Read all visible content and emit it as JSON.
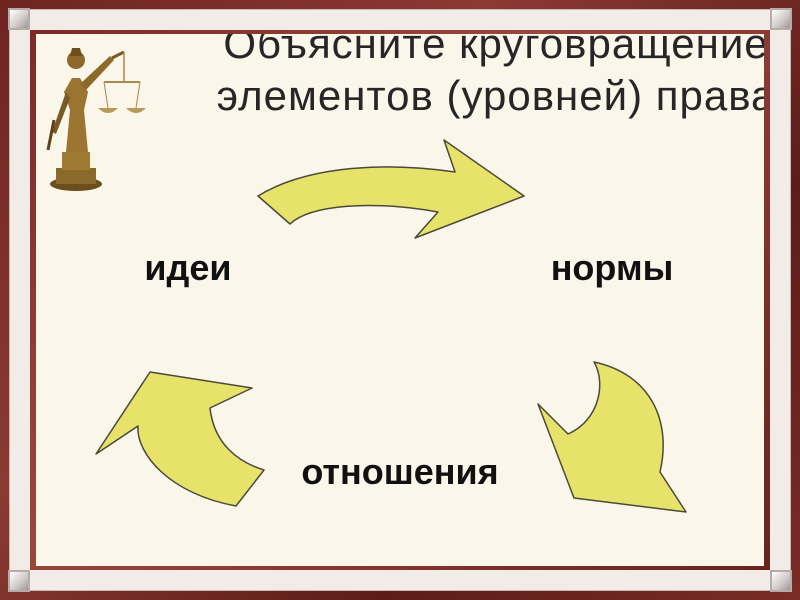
{
  "slide": {
    "title": "Объясните круговращение элементов (уровней) права"
  },
  "diagram": {
    "nodes": {
      "ideas": "идеи",
      "norms": "нормы",
      "relations": "отношения"
    },
    "arrow_color": "#e7e36a",
    "arrow_stroke": "#4a4a3a"
  },
  "illustration": {
    "icon": "lady-justice-statue-icon"
  }
}
